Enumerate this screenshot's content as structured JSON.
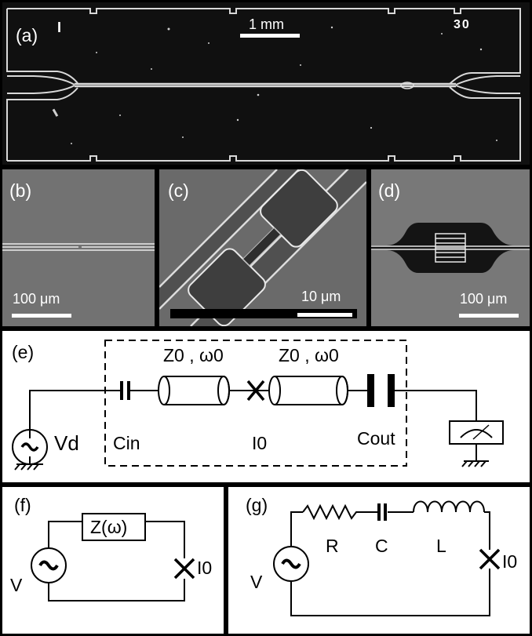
{
  "panels": {
    "a": {
      "label": "(a)",
      "scale": "1 mm",
      "marker_left": "I",
      "marker_right": "30"
    },
    "b": {
      "label": "(b)",
      "scale": "100 μm"
    },
    "c": {
      "label": "(c)",
      "scale": "10 μm"
    },
    "d": {
      "label": "(d)",
      "scale": "100 μm"
    },
    "e": {
      "label": "(e)",
      "z_left": "Z0 , ω0",
      "z_right": "Z0 , ω0",
      "c_in": "Cin",
      "c_out": "Cout",
      "i0": "I0",
      "vd": "Vd"
    },
    "f": {
      "label": "(f)",
      "impedance": "Z(ω)",
      "v": "V",
      "i0": "I0"
    },
    "g": {
      "label": "(g)",
      "r": "R",
      "c": "C",
      "l": "L",
      "v": "V",
      "i0": "I0"
    }
  },
  "colors": {
    "frame": "#000000",
    "sem_bg": "#6e6e6e",
    "sem_dark": "#121212",
    "line": "#ffffff"
  }
}
